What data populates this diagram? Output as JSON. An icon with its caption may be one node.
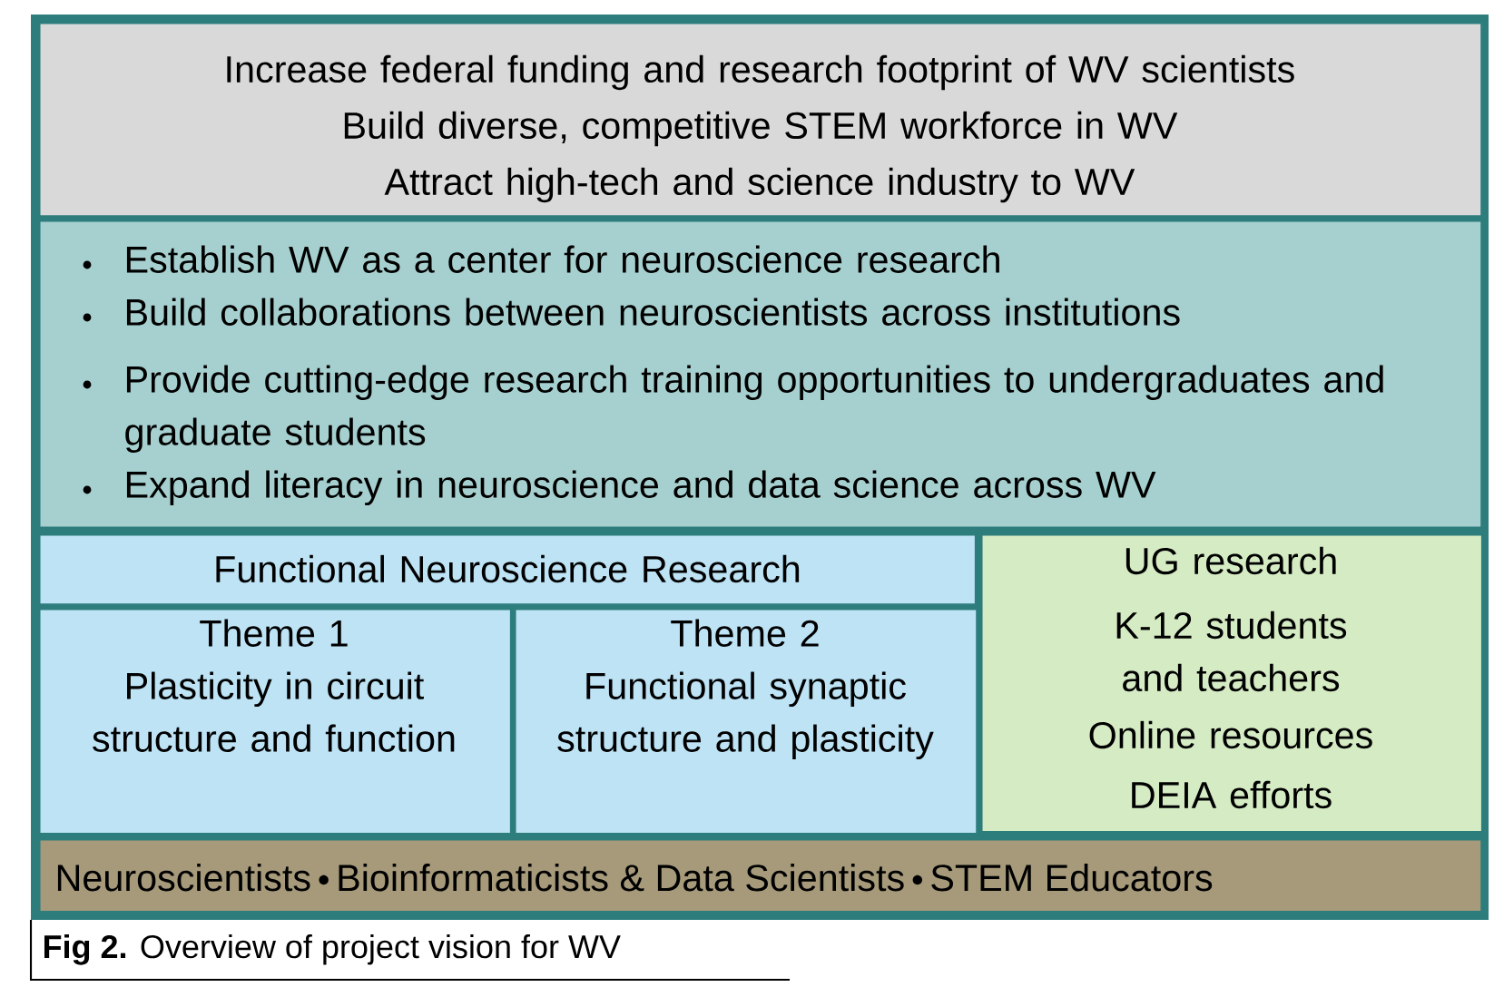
{
  "diagram": {
    "caption": "**Fig 2.** Overview of project vision for WV",
    "nodes": [
      {
        "text": [
          "Increase federal funding and research footprint of WV scientists",
          "Build diverse, competitive STEM workforce in WV",
          "Attract high-tech and science industry to WV"
        ]
      },
      {
        "text": [
          "Establish WV as a center for neuroscience research",
          "Build collaborations between neuroscientists across institutions",
          "Provide cutting-edge research training opportunities to undergraduates and graduate students",
          "Expand literacy in neuroscience and data science across WV"
        ]
      },
      {
        "text": [
          "Functional Neuroscience Research"
        ]
      },
      {
        "text": [
          "Theme 1",
          "Plasticity in circuit structure and function"
        ]
      },
      {
        "text": [
          "Theme 2",
          "Functional synaptic structure and plasticity"
        ]
      },
      {
        "text": [
          "UG research",
          "K-12 students and teachers",
          "Online resources",
          "DEIA efforts"
        ]
      },
      {
        "text": [
          "Neuroscientists",
          "Bioinformaticists & Data Scientists",
          "STEM Educators"
        ]
      }
    ]
  }
}
